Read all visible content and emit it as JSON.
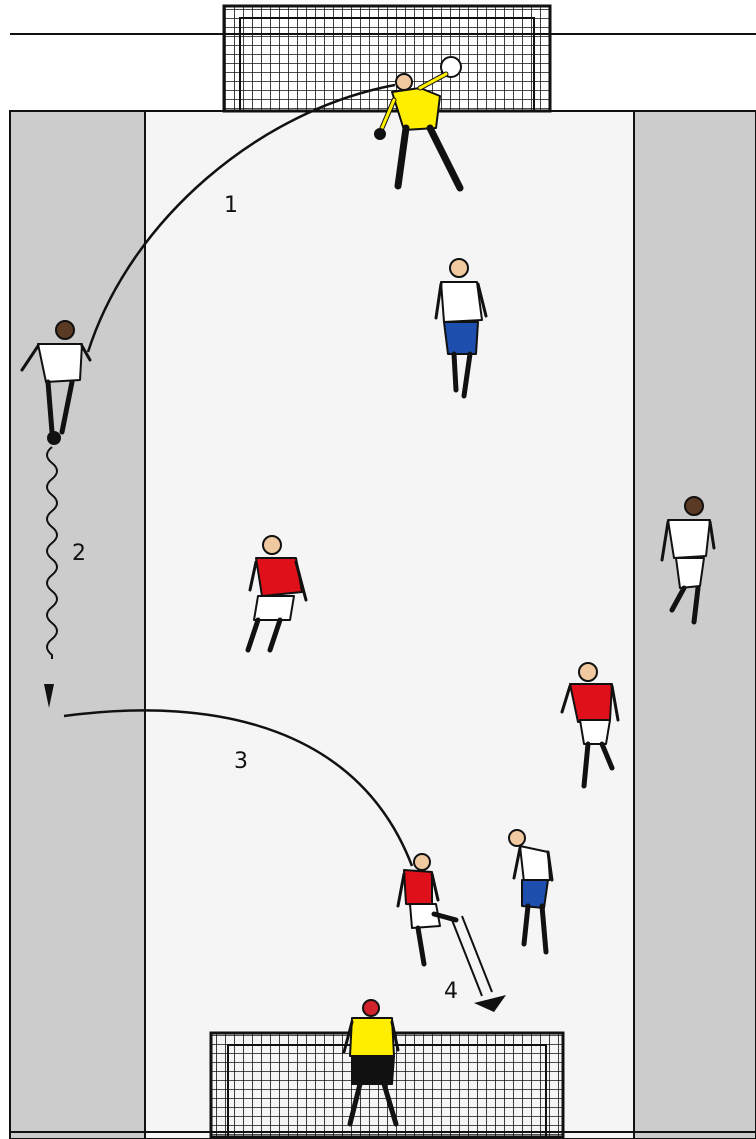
{
  "labels": {
    "step1": "1",
    "step2": "2",
    "step3": "3",
    "step4": "4"
  },
  "colors": {
    "field": "#f4f4f4",
    "side_zone": "#cccccc",
    "line": "#111111",
    "goalkeeper_shirt": "#ffee00",
    "red_team_shirt": "#e0101a",
    "white_team_shirt": "#ffffff",
    "white_team_shorts": "#1f4fae"
  },
  "players": [
    {
      "role": "goalkeeper-top",
      "team": "keeper"
    },
    {
      "role": "white-defender-top",
      "team": "white"
    },
    {
      "role": "white-winger-left",
      "team": "white"
    },
    {
      "role": "white-winger-right",
      "team": "white"
    },
    {
      "role": "white-defender-bottom",
      "team": "white"
    },
    {
      "role": "red-midfielder-left",
      "team": "red"
    },
    {
      "role": "red-midfielder-right",
      "team": "red"
    },
    {
      "role": "red-striker",
      "team": "red"
    },
    {
      "role": "goalkeeper-bottom",
      "team": "keeper"
    }
  ]
}
